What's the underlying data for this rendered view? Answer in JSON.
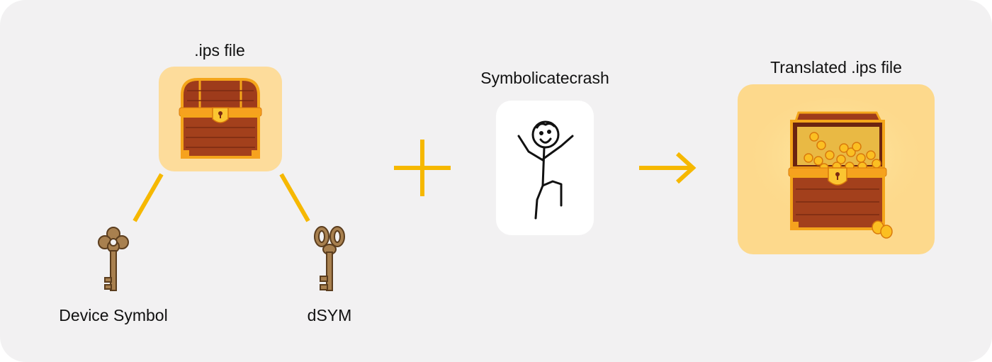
{
  "diagram": {
    "source": {
      "label": ".ips file",
      "icon": "treasure-chest-closed-icon",
      "tile_color": "#fddc9b"
    },
    "keys": [
      {
        "label": "Device Symbol",
        "icon": "ornate-key-icon"
      },
      {
        "label": "dSYM",
        "icon": "ring-key-icon"
      }
    ],
    "operator": {
      "icon": "plus-icon",
      "color": "#f6b800"
    },
    "tool": {
      "label": "Symbolicatecrash",
      "icon": "stick-figure-icon",
      "tile_color": "#ffffff"
    },
    "arrow": {
      "icon": "arrow-right-icon",
      "color": "#f6b800"
    },
    "result": {
      "label": "Translated .ips file",
      "icon": "treasure-chest-open-gold-icon",
      "tile_color": "#fdd98c"
    },
    "connector_color": "#f6b800",
    "background_color": "#f2f1f2"
  }
}
